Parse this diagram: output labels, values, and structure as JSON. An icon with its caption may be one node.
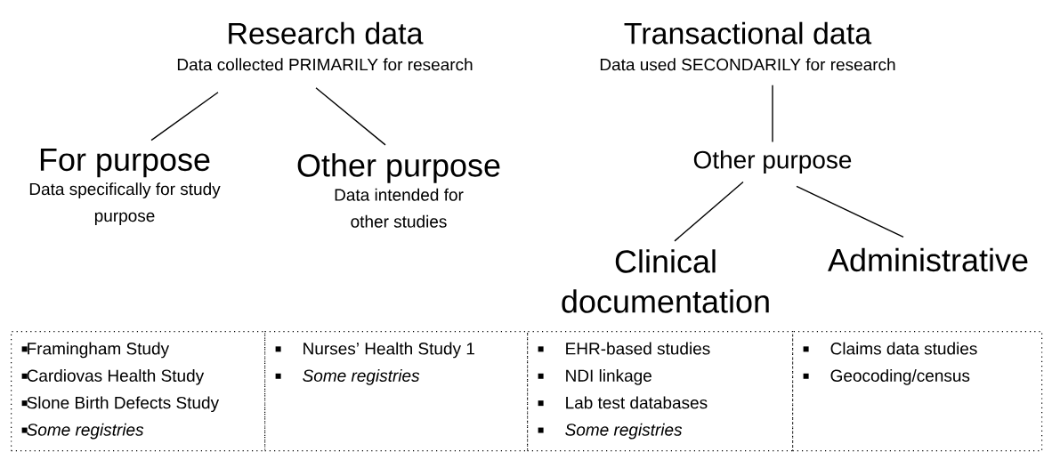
{
  "diagram": {
    "nodes": [
      {
        "text": [
          "Research data",
          "Data collected PRIMARILY for research"
        ]
      },
      {
        "text": [
          "For purpose",
          "Data specifically for study purpose"
        ]
      },
      {
        "text": [
          "Other purpose",
          "Data intended for other studies"
        ]
      },
      {
        "text": [
          "Transactional data",
          "Data used SECONDARILY for research"
        ]
      },
      {
        "text": [
          "Other purpose"
        ]
      },
      {
        "text": [
          "Clinical documentation"
        ]
      },
      {
        "text": [
          "Administrative"
        ]
      },
      {
        "text": [
          "Framingham Study",
          "Cardiovas Health Study",
          "Slone Birth Defects Study",
          "*Some registries*"
        ]
      },
      {
        "text": [
          "Nurses’ Health Study 1",
          "*Some registries*"
        ]
      },
      {
        "text": [
          "EHR-based studies",
          "NDI linkage",
          "Lab test databases",
          "*Some registries*"
        ]
      },
      {
        "text": [
          "Claims data studies",
          "Geocoding/census"
        ]
      }
    ],
    "edges": [
      {
        "from": 0,
        "to": 1,
        "arrow": "none"
      },
      {
        "from": 0,
        "to": 2,
        "arrow": "none"
      },
      {
        "from": 3,
        "to": 4,
        "arrow": "none"
      },
      {
        "from": 4,
        "to": 5,
        "arrow": "none"
      },
      {
        "from": 4,
        "to": 6,
        "arrow": "none"
      }
    ]
  }
}
